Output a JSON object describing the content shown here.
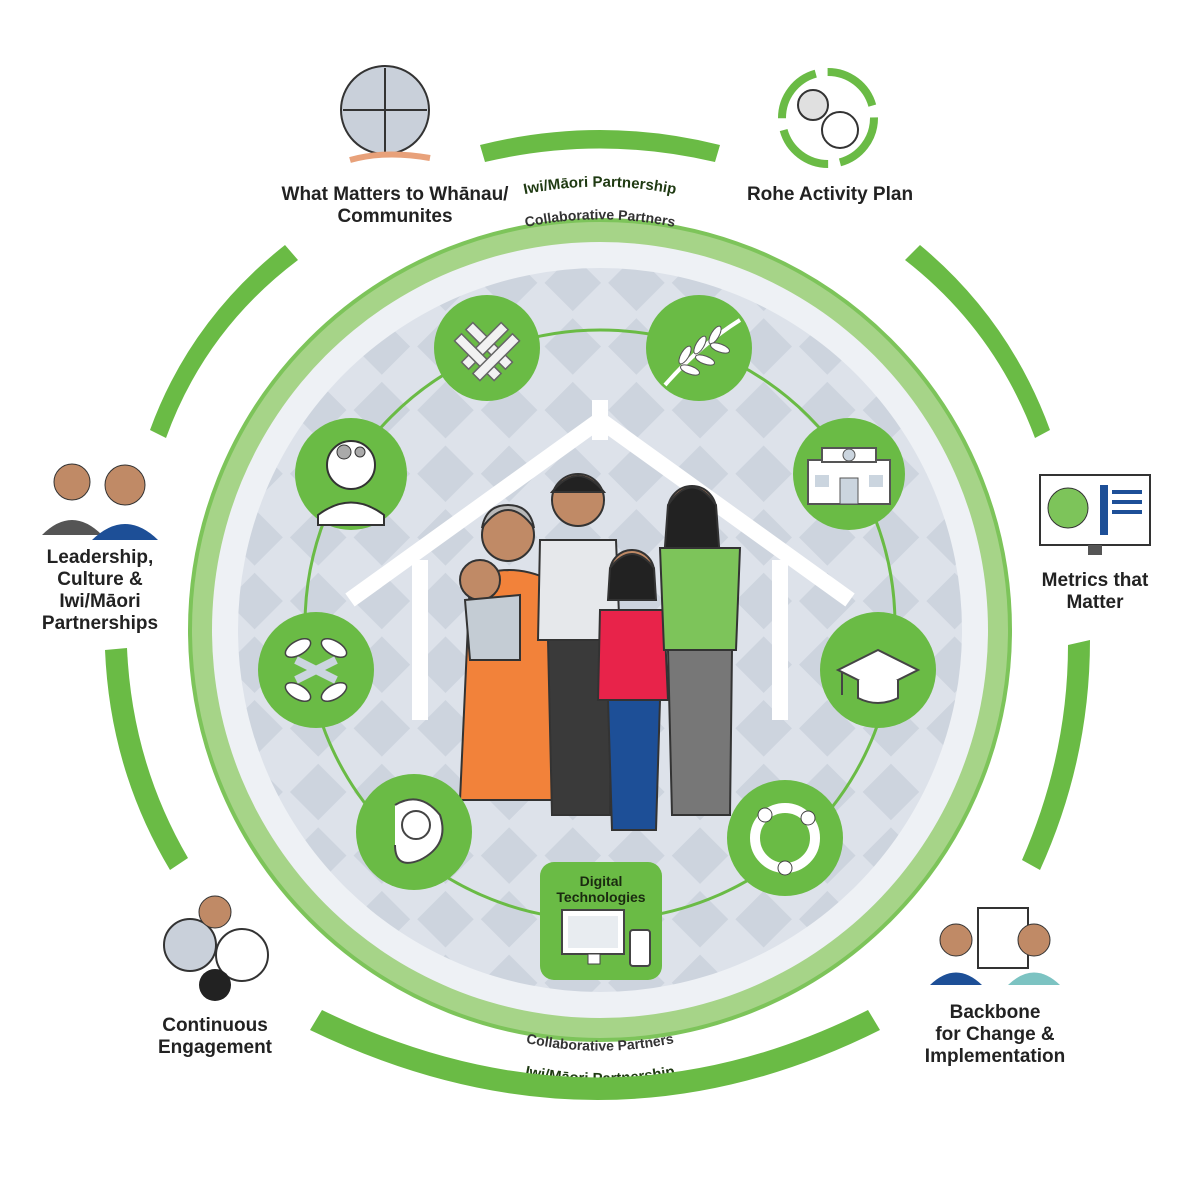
{
  "outer_labels": {
    "what_matters": "What Matters to Whānau/\nCommunites",
    "rohe": "Rohe Activity Plan",
    "metrics": "Metrics that\nMatter",
    "backbone": "Backbone\nfor Change &\nImplementation",
    "engagement": "Continuous\nEngagement",
    "leadership": "Leadership,\nCulture &\nIwi/Māori\nPartnerships"
  },
  "ring": {
    "outer_label": "Iwi/Māori Partnership",
    "inner_label": "Collaborative Partners"
  },
  "center": {
    "digital_label": "Digital\nTechnologies"
  },
  "colors": {
    "green_dark": "#6abb45",
    "green_mid": "#7dc45a",
    "green_light": "#a6d488",
    "grey_bg": "#dde2ea",
    "grey_pattern": "#c9d0da"
  }
}
